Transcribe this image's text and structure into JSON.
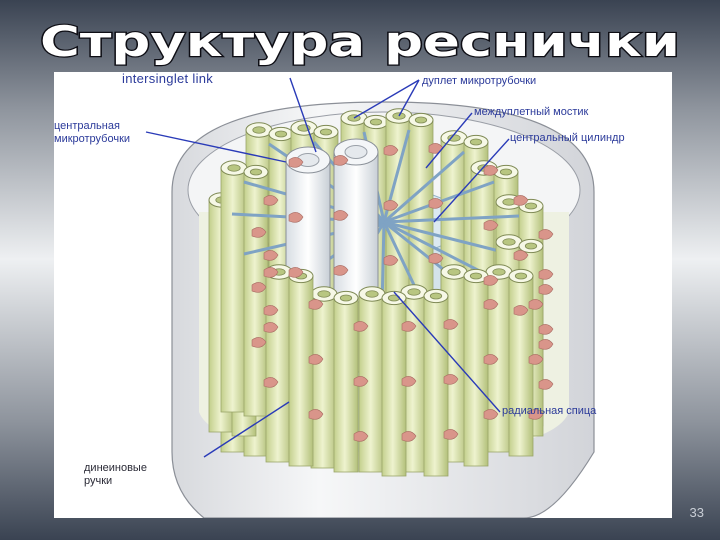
{
  "slide": {
    "title": "Структура реснички",
    "number": "33"
  },
  "labels": {
    "intersinglet": "intersinglet link",
    "doublet": "дуплет микротрубочки",
    "interdoublet": "междуплетный мостик",
    "central_cylinder": "центральный цилиндр",
    "central_microtubules": "центральная\nмикротрубочки",
    "radial_spoke": "радиальная спица",
    "dynein_arms": "динеиновые\nручки"
  },
  "colors": {
    "label_blue": "#2b3a9a",
    "pointer_blue": "#2a3bb8",
    "tubule_green": "#dfe7b0",
    "tubule_shadow": "#b8c681",
    "central_blue": "#c9dce8",
    "dynein_pink": "#d9958a",
    "membrane": "#e6e7ea"
  }
}
